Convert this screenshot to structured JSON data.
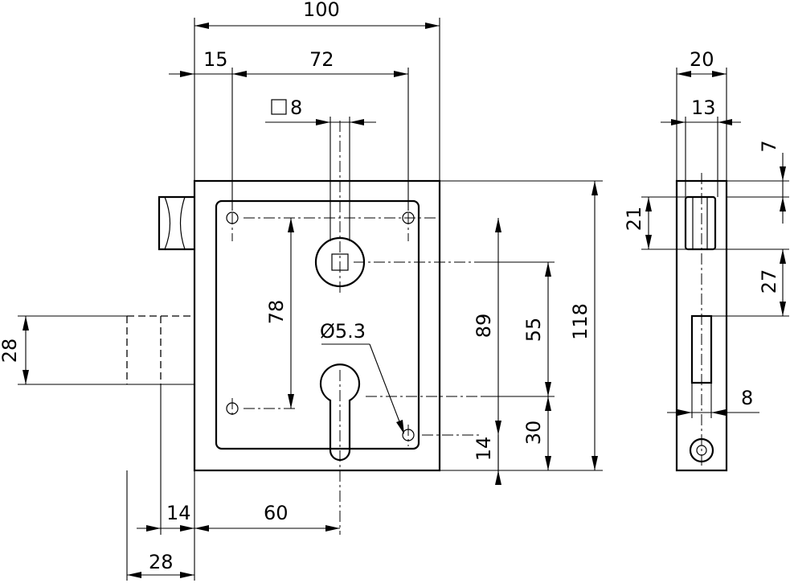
{
  "dimensions": {
    "overall_width": "100",
    "backset_15": "15",
    "hole_spacing": "72",
    "square_spindle": "8",
    "height_78": "78",
    "hole_diameter": "Ø5.3",
    "height_89": "89",
    "spacing_55": "55",
    "height_118": "118",
    "bottom_14": "14",
    "bottom_30": "30",
    "keeper_height": "28",
    "offset_14": "14",
    "backset_60": "60",
    "keeper_width": "28",
    "side_width": "20",
    "side_inner": "13",
    "side_top": "7",
    "bolt_height": "21",
    "side_gap": "27",
    "side_slot": "8"
  }
}
